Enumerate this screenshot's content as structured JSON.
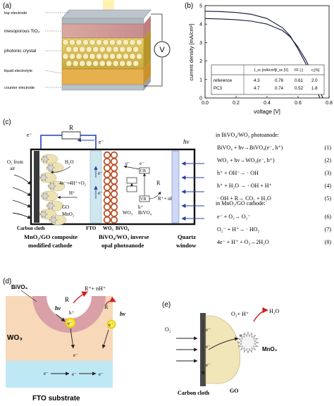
{
  "panel_a": {
    "label": "(a)",
    "layers": [
      "top electrode",
      "mesoporous TiO₂",
      "photonic crystal",
      "liquid electrolyte",
      "counter electrode"
    ],
    "meter": "V"
  },
  "panel_b": {
    "label": "(b)",
    "table": {
      "headers": [
        "",
        "J_sc [mA/cm²]",
        "V_oc [V]",
        "FF [-]",
        "η [%]"
      ],
      "rows": [
        [
          "reference",
          "4.3",
          "0.76",
          "0.61",
          "2.0"
        ],
        [
          "PC3",
          "4.7",
          "0.74",
          "0.52",
          "1.8"
        ]
      ]
    }
  },
  "chart_data": {
    "type": "line",
    "xlabel": "voltage [V]",
    "ylabel": "current density [mA/cm²]",
    "xlim": [
      0.0,
      0.8
    ],
    "ylim": [
      0,
      5
    ],
    "xticks": [
      "0.0",
      "0.2",
      "0.4",
      "0.6",
      "0.8"
    ],
    "yticks": [
      "0",
      "1",
      "2",
      "3",
      "4",
      "5"
    ],
    "grid": false,
    "series": [
      {
        "x": [
          0.0,
          0.1,
          0.2,
          0.3,
          0.4,
          0.5,
          0.55,
          0.6,
          0.65,
          0.7,
          0.74
        ],
        "values": [
          4.7,
          4.68,
          4.63,
          4.53,
          4.3,
          3.8,
          3.35,
          2.65,
          1.85,
          0.9,
          0.0
        ]
      },
      {
        "x": [
          0.0,
          0.1,
          0.2,
          0.3,
          0.4,
          0.5,
          0.55,
          0.6,
          0.65,
          0.7,
          0.76
        ],
        "values": [
          4.3,
          4.28,
          4.24,
          4.16,
          4.0,
          3.65,
          3.3,
          2.75,
          2.05,
          1.2,
          0.0
        ]
      }
    ]
  },
  "panel_c": {
    "label": "(c)",
    "resistor": "R",
    "electron": "e⁻",
    "o2_from_air": [
      "O₂ from",
      "air"
    ],
    "h2o": "H₂O",
    "reaction_4e": "4e⁻+4H⁺+O₂",
    "h_plus": "H⁺",
    "go": "GO",
    "mno2": "MnO₂",
    "carbon_cloth": "Carbon cloth",
    "cathode_caption": [
      "MnO₂/GO composite",
      "modified cathode"
    ],
    "cb": "CB",
    "vb": "VB",
    "r_label": "R",
    "h_label": "h⁺",
    "oxidation": "R⁺+ nH⁺",
    "wo3": "WO₃",
    "bivo4": "BiVO₄",
    "hv": "hν",
    "fto_labels": [
      "FTO",
      "WO₃",
      "BiVO₄"
    ],
    "anode_caption": [
      "BiVO₄/WO₃ inverse",
      "opal photoanode"
    ],
    "window_caption": [
      "Quartz",
      "window"
    ]
  },
  "equations": {
    "anode_title": "in BiVO₄/WO₃ photoanode:",
    "cathode_title": "in MnO₂/GO cathode:",
    "list": [
      {
        "text": "BiVO₄ + hν→BiVO₄(e⁻, h⁺)",
        "num": "(1)"
      },
      {
        "text": "WO₃ + hν→WO₃(e⁻, h⁺)",
        "num": "(2)"
      },
      {
        "text": "h⁺ + OH⁻→ · OH",
        "num": "(3)"
      },
      {
        "text": "h⁺ + H₂O → · OH + H⁺",
        "num": "(4)"
      },
      {
        "text": "· OH + R→ CO₂ + H₂O",
        "num": "(5)"
      },
      {
        "text": "e⁻ + O₂→ O₂⁻",
        "num": "(6)"
      },
      {
        "text": "O₂⁻ + H⁺→ · HO₂",
        "num": "(7)"
      },
      {
        "text": "4e⁻ + H⁺ + O₂→2H₂O",
        "num": "(8)"
      }
    ]
  },
  "panel_d": {
    "label": "(d)",
    "bivo4": "BiVO₄",
    "wo3": "WO₃",
    "r": "R",
    "oxidation": "R⁺+ nH⁺",
    "hv": "hν",
    "h": "h⁺",
    "e": "e⁻",
    "substrate": "FTO substrate"
  },
  "panel_e": {
    "label": "(e)",
    "o2": "O₂",
    "reaction": "O₂+ H⁺",
    "h2o": "H₂O",
    "e": "e⁻",
    "mno2": "MnO₂",
    "carbon_cloth": "Carbon cloth",
    "go": "GO"
  }
}
